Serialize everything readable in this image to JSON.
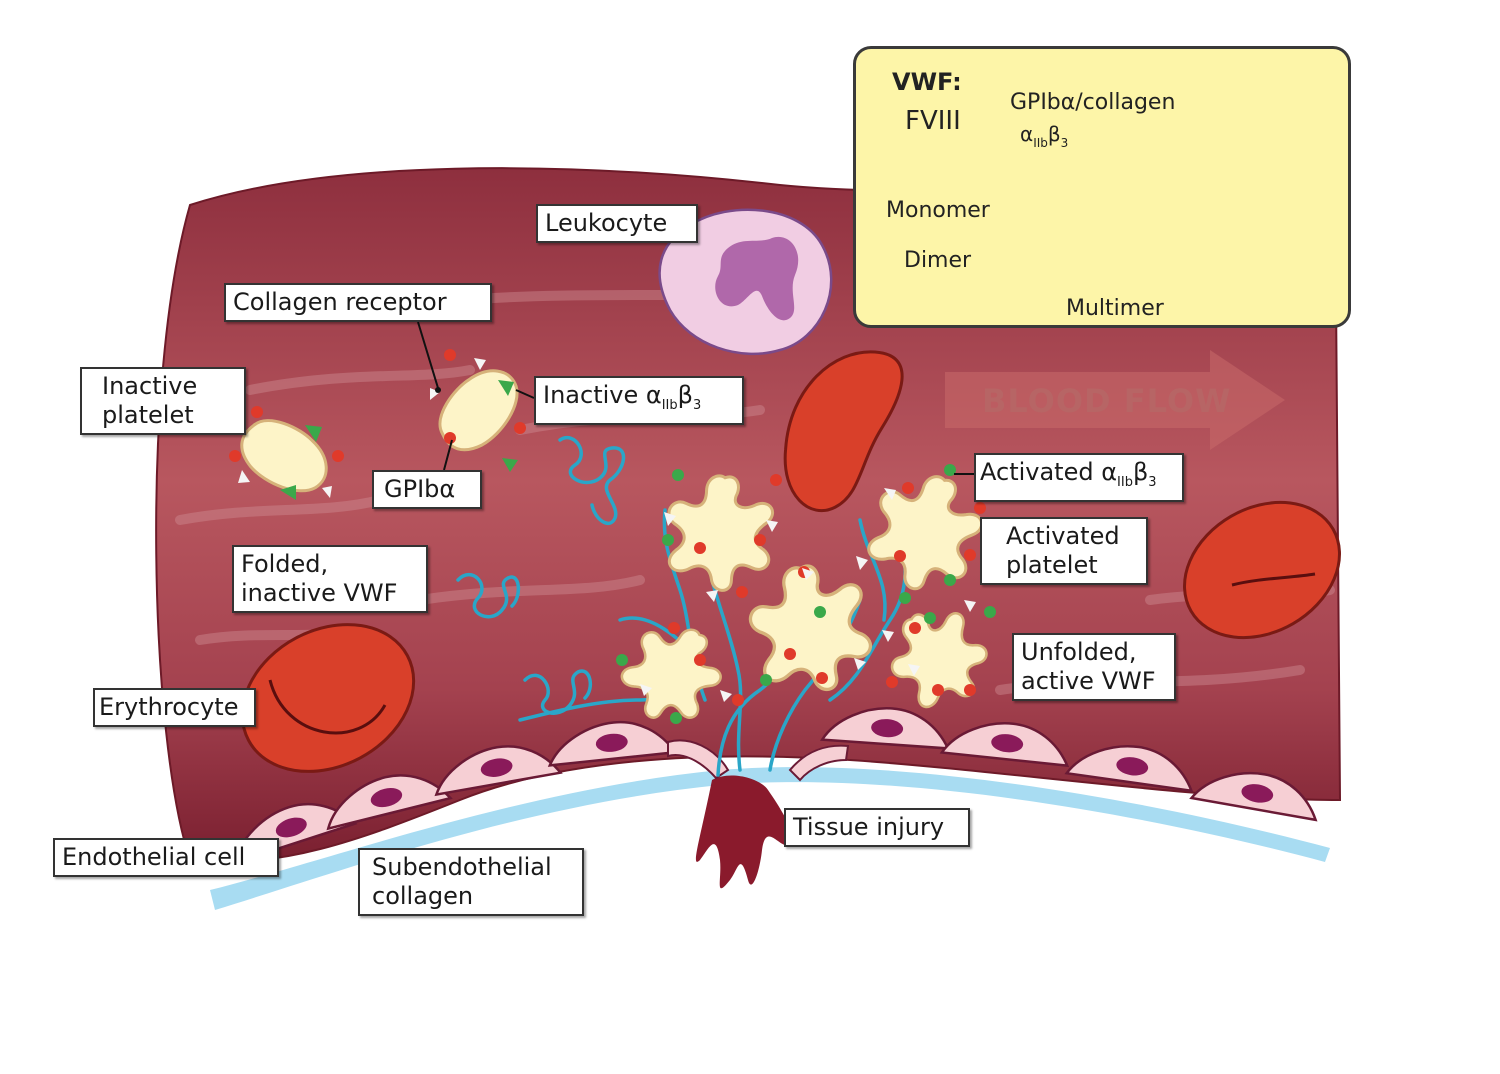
{
  "colors": {
    "vessel_dark": "#8a2b3a",
    "vessel_light": "#b5555e",
    "erythrocyte": "#d9402a",
    "platelet_fill": "#fdf4c8",
    "platelet_edge": "#d6b27a",
    "vwf_strand": "#2aa6c8",
    "collagen_band": "#a8dcf2",
    "endothelial_cell": "#f6cfd4",
    "nucleus": "#8a1a5a",
    "inset_fill": "#fdf5a8",
    "receptor_red": "#e03a2a",
    "receptor_green": "#3aa84a"
  },
  "labels": {
    "inactive_platelet": [
      "Inactive",
      "platelet"
    ],
    "collagen_receptor": "Collagen receptor",
    "leukocyte": "Leukocyte",
    "inactive_aiib": "Inactive α",
    "inactive_aiib_sub": "IIb",
    "inactive_aiib_beta": "β",
    "inactive_aiib_beta_sub": "3",
    "gpiba": "GPIbα",
    "folded_vwf": [
      "Folded,",
      "inactive VWF"
    ],
    "erythrocyte": "Erythrocyte",
    "activated_aiib": "Activated α",
    "activated_aiib_sub": "IIb",
    "activated_aiib_beta": "β",
    "activated_aiib_beta_sub": "3",
    "activated_platelet": [
      "Activated",
      "platelet"
    ],
    "unfolded_vwf": [
      "Unfolded,",
      "active VWF"
    ],
    "endothelial_cell": "Endothelial cell",
    "subendothelial_collagen": [
      "Subendothelial",
      "collagen"
    ],
    "tissue_injury": "Tissue injury",
    "blood_flow": "BLOOD FLOW"
  },
  "inset": {
    "title": "VWF:",
    "fviii": "FVIII",
    "gpiba_collagen": "GPIbα/collagen",
    "aiib": "α",
    "aiib_sub": "IIb",
    "aiib_beta": "β",
    "aiib_beta_sub": "3",
    "monomer": "Monomer",
    "dimer": "Dimer",
    "multimer": "Multimer"
  }
}
